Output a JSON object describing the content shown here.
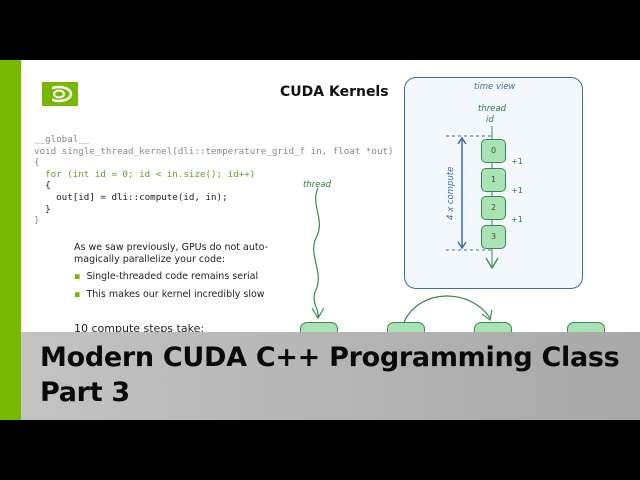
{
  "slide": {
    "title": "CUDA Kernels",
    "code_lines": [
      "__global__",
      "void single_thread_kernel(dli::temperature_grid_f in, float *out)",
      "{",
      "  for (int id = 0; id < in.size(); id++)",
      "  {",
      "    out[id] = dli::compute(id, in);",
      "  }",
      "}"
    ],
    "paragraph": "As we saw previously, GPUs do not auto-magically parallelize your code:",
    "bullets": [
      "Single-threaded code remains serial",
      "This makes our kernel incredibly slow"
    ],
    "steps_text": "10 compute steps take:"
  },
  "diagram": {
    "time_view_label": "time view",
    "thread_id_label_1": "thread",
    "thread_id_label_2": "id",
    "compute_label": "4 x compute",
    "nodes": [
      "0",
      "1",
      "2",
      "3"
    ],
    "increments": [
      "+1",
      "+1",
      "+1"
    ],
    "thread_label": "thread"
  },
  "banner": {
    "line1": "Modern CUDA C++ Programming Class",
    "line2": "Part 3"
  },
  "colors": {
    "brand_green": "#76b900",
    "node_fill": "#a9e2b4",
    "box_border": "#3d6f9e"
  }
}
